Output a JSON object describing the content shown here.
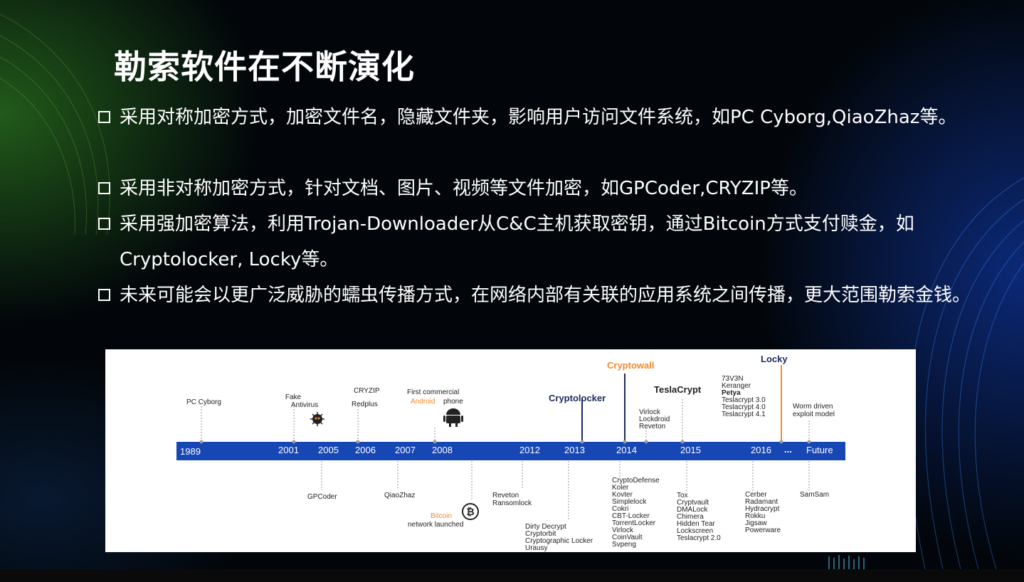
{
  "slide": {
    "title": "勒索软件在不断演化",
    "bullets": [
      {
        "text": "采用对称加密方式，加密文件名，隐藏文件夹，影响用户访问文件系统，如PC Cyborg,QiaoZhaz等。"
      },
      {
        "text": "采用非对称加密方式，针对文档、图片、视频等文件加密，如GPCoder,CRYZIP等。"
      },
      {
        "text": "采用强加密算法，利用Trojan-Downloader从C&C主机获取密钥，通过Bitcoin方式支付赎金，如Cryptolocker, Locky等。"
      },
      {
        "text": "未来可能会以更广泛威胁的蠕虫传播方式，在网络内部有关联的应用系统之间传播，更大范围勒索金钱。"
      }
    ]
  },
  "timeline": {
    "years": [
      "1989",
      "2001",
      "2005",
      "2006",
      "2007",
      "2008",
      "2012",
      "2013",
      "2014",
      "2015",
      "2016",
      "...",
      "Future"
    ],
    "above": {
      "pc_cyborg": "PC Cyborg",
      "fake_antivirus": [
        "Fake",
        "Antivirus"
      ],
      "cryzip": "CRYZIP",
      "redplus": "Redplus",
      "first_commercial": "First commercial",
      "android_word": "Android",
      "phone_word": " phone",
      "cryptolocker": "Cryptolocker",
      "cryptowall": "Cryptowall",
      "virlock_group": [
        "Virlock",
        "Lockdroid",
        "Reveton"
      ],
      "teslacrypt": "TeslaCrypt",
      "locky": "Locky",
      "group_2016": [
        "73V3N",
        "Keranger",
        "Petya",
        "Teslacrypt 3.0",
        "Teslacrypt 4.0",
        "Teslacrypt 4.1"
      ],
      "worm": [
        "Worm driven",
        "exploit model"
      ]
    },
    "below": {
      "gpcoder": "GPCoder",
      "qiaozhaz": "QiaoZhaz",
      "bitcoin_word": "Bitcoin",
      "network_launched": "network launched",
      "reveton_ransomlock": [
        "Reveton",
        "Ransomlock"
      ],
      "group_2013": [
        "Dirty Decrypt",
        "Cryptorbit",
        "Cryptographic Locker",
        "Urausy"
      ],
      "group_2014": [
        "CryptoDefense",
        "Koler",
        "Kovter",
        "Simplelock",
        "Cokri",
        "CBT-Locker",
        "TorrentLocker",
        "Virlock",
        "CoinVault",
        "Svpeng"
      ],
      "group_2015": [
        "Tox",
        "Cryptvault",
        "DMALock",
        "Chimera",
        "Hidden Tear",
        "Lockscreen",
        "Teslacrypt 2.0"
      ],
      "group_2016": [
        "Cerber",
        "Radamant",
        "Hydracrypt",
        "Rokku",
        "Jigsaw",
        "Powerware"
      ],
      "samsam": "SamSam"
    },
    "colors": {
      "bar": "#1747b4",
      "orange": "#f28a2c",
      "navy": "#1d2b5c",
      "text": "#222222"
    }
  }
}
